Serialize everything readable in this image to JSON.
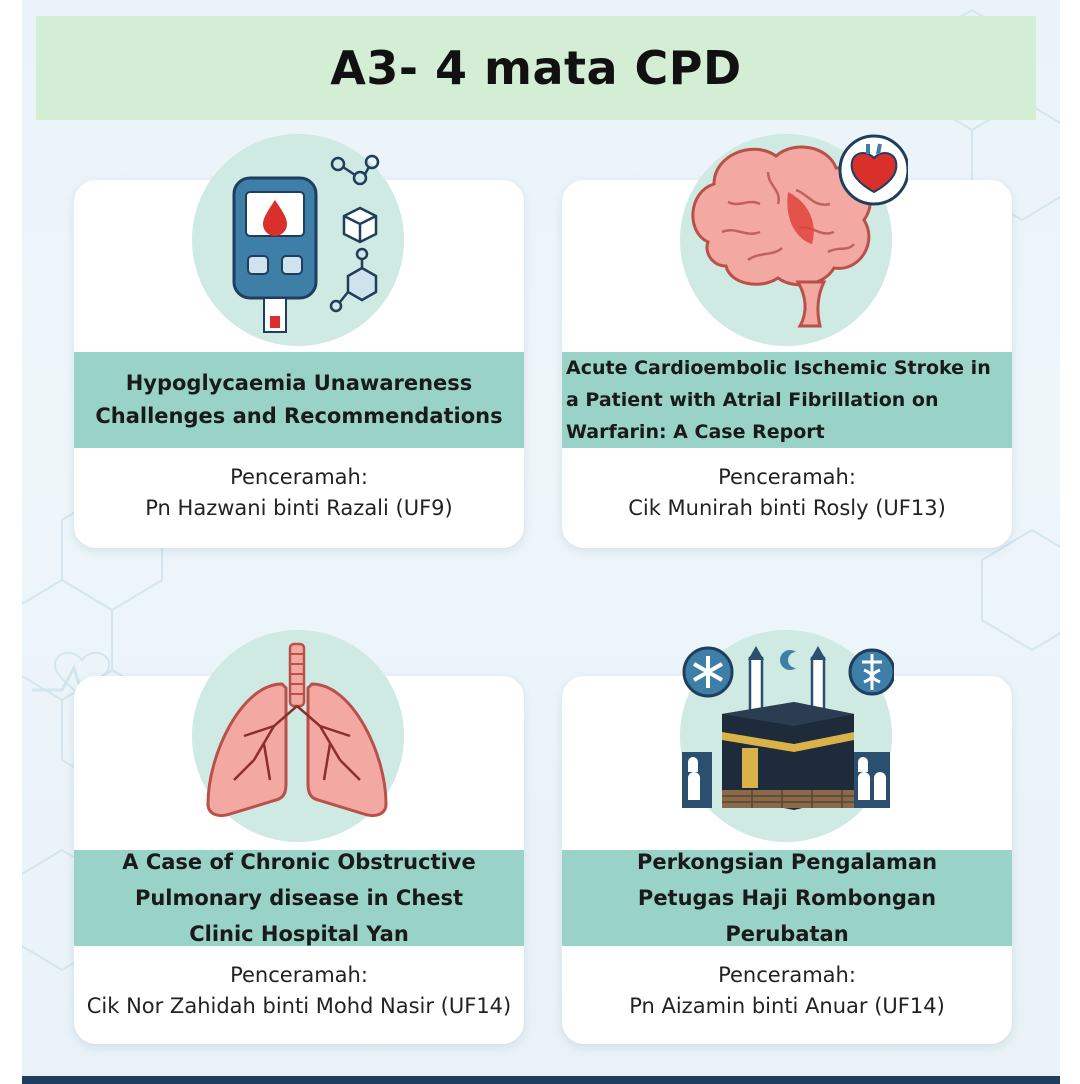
{
  "header": {
    "title": "A3- 4 mata CPD"
  },
  "cards": [
    {
      "title": "Hypoglycaemia Unawareness Challenges and Recommendations",
      "speaker_label": "Penceramah:",
      "speaker_name": "Pn Hazwani binti Razali (UF9)",
      "icon": "glucometer-icon"
    },
    {
      "title": "Acute Cardioembolic Ischemic Stroke in a Patient with Atrial Fibrillation on Warfarin: A Case Report",
      "speaker_label": "Penceramah:",
      "speaker_name": "Cik Munirah binti Rosly (UF13)",
      "icon": "brain-heart-icon"
    },
    {
      "title": "A Case of Chronic Obstructive Pulmonary disease in Chest Clinic Hospital Yan",
      "speaker_label": "Penceramah:",
      "speaker_name": "Cik Nor Zahidah binti Mohd Nasir (UF14)",
      "icon": "lungs-icon"
    },
    {
      "title": "Perkongsian Pengalaman Petugas Haji Rombongan Perubatan",
      "speaker_label": "Penceramah:",
      "speaker_name": "Pn Aizamin binti Anuar (UF14)",
      "icon": "kaaba-icon"
    }
  ],
  "colors": {
    "title_bar": "#d4eed6",
    "card_band": "#99d3c7",
    "icon_circle": "#cfe9e3",
    "background": "#eaf3f8",
    "bottom_bar": "#1f3d5c"
  }
}
